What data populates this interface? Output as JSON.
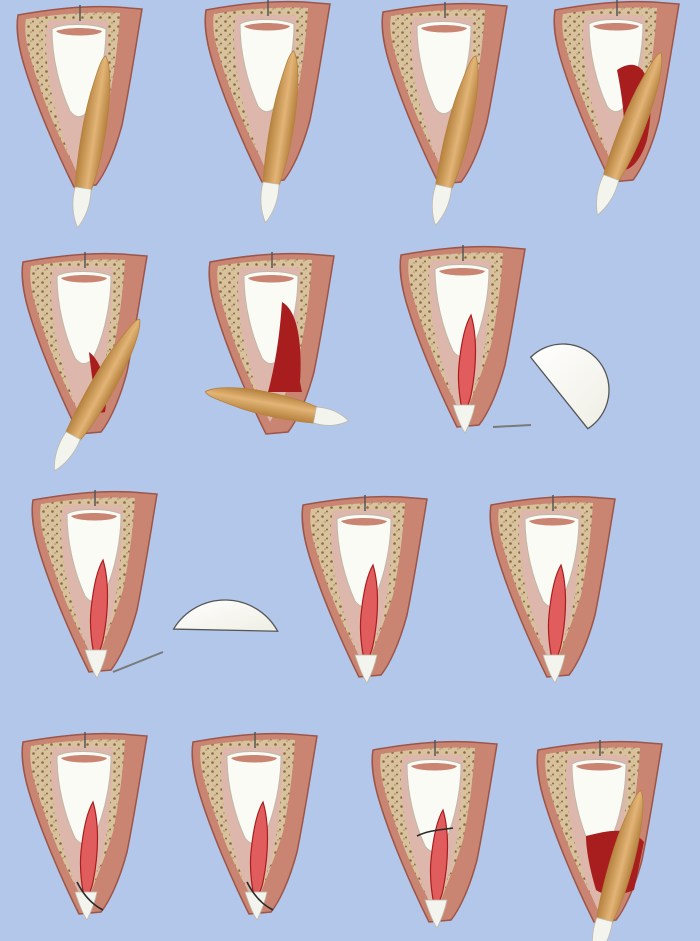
{
  "colors": {
    "background": "#b3c7ea",
    "gum": "#c98572",
    "gum_edge": "#9c5548",
    "bone": "#d8c29d",
    "bone_dot": "#8a6a3d",
    "ligament": "#ddb7ab",
    "socket": "#f0ddd3",
    "crown": "#fbfbf6",
    "crown_stroke": "#bfb9a8",
    "root": "#e2b476",
    "root_shade": "#b5813d",
    "enamel": "#f4f4ef",
    "blood": "#a81d1d",
    "blood_light": "#c93a3a",
    "plasma": "#e15d5d",
    "membrane": "#efeee4",
    "membrane_edge": "#555555",
    "nerve": "#555555",
    "suture": "#2a2a2a"
  },
  "diagram": {
    "panels": [
      {
        "id": "p1",
        "stage": "tooth-in-socket"
      },
      {
        "id": "p2",
        "stage": "tooth-in-socket"
      },
      {
        "id": "p3",
        "stage": "tooth-loosened"
      },
      {
        "id": "p4",
        "stage": "tooth-luxated"
      },
      {
        "id": "p5",
        "stage": "tooth-partially-extracted"
      },
      {
        "id": "p6",
        "stage": "tooth-extracted"
      },
      {
        "id": "p7",
        "stage": "prf-membrane-placement"
      },
      {
        "id": "p8",
        "stage": "prf-plug-insertion"
      },
      {
        "id": "p9",
        "stage": "socket-filled"
      },
      {
        "id": "p10",
        "stage": "socket-filled"
      },
      {
        "id": "p11",
        "stage": "socket-sutured"
      },
      {
        "id": "p12",
        "stage": "socket-sutured"
      },
      {
        "id": "p13",
        "stage": "socket-sutured-cross"
      },
      {
        "id": "p14",
        "stage": "implant-placement"
      }
    ]
  }
}
